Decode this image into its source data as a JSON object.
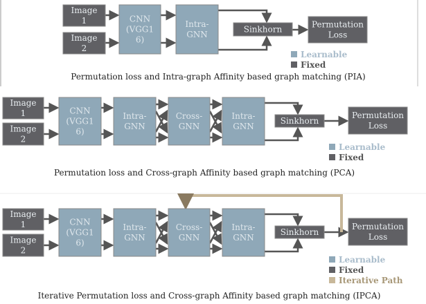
{
  "colors": {
    "learnable": "#8fa8b8",
    "fixed": "#606064",
    "iterative": "#c8b89a"
  },
  "labels": {
    "image1": [
      "Image",
      "1"
    ],
    "image2": [
      "Image",
      "2"
    ],
    "cnn": [
      "CNN",
      "(VGG1",
      "6)"
    ],
    "intra_gnn": [
      "Intra-",
      "GNN"
    ],
    "cross_gnn": [
      "Cross-",
      "GNN"
    ],
    "sinkhorn": "Sinkhorn",
    "perm_loss": [
      "Permutation",
      "Loss"
    ]
  },
  "legend": {
    "learnable": "Learnable",
    "fixed": "Fixed",
    "iterative": "Iterative Path"
  },
  "captions": {
    "pia": "Permutation loss and Intra-graph Affinity based graph matching (PIA)",
    "pca": "Permutation loss and Cross-graph Affinity based graph matching (PCA)",
    "ipca": "Iterative Permutation loss and Cross-graph Affinity based graph matching (IPCA)"
  }
}
